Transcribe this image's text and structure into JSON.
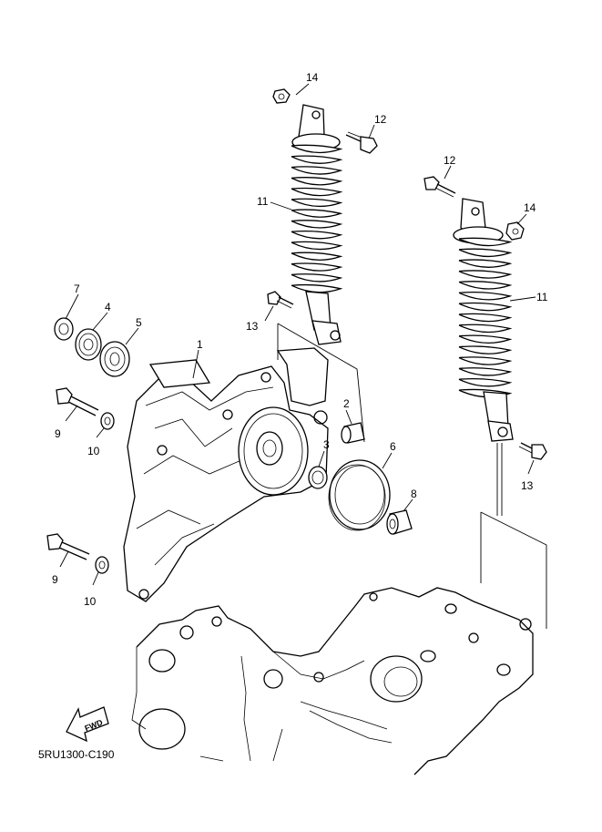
{
  "diagram": {
    "part_code": "5RU1300-C190",
    "fwd_label": "FWD",
    "callouts": [
      {
        "id": "c1",
        "text": "1"
      },
      {
        "id": "c2",
        "text": "2"
      },
      {
        "id": "c3",
        "text": "3"
      },
      {
        "id": "c4",
        "text": "4"
      },
      {
        "id": "c5",
        "text": "5"
      },
      {
        "id": "c6",
        "text": "6"
      },
      {
        "id": "c7",
        "text": "7"
      },
      {
        "id": "c8",
        "text": "8"
      },
      {
        "id": "c9a",
        "text": "9"
      },
      {
        "id": "c9b",
        "text": "9"
      },
      {
        "id": "c10a",
        "text": "10"
      },
      {
        "id": "c10b",
        "text": "10"
      },
      {
        "id": "c11a",
        "text": "11"
      },
      {
        "id": "c11b",
        "text": "11"
      },
      {
        "id": "c12a",
        "text": "12"
      },
      {
        "id": "c12b",
        "text": "12"
      },
      {
        "id": "c13a",
        "text": "13"
      },
      {
        "id": "c13b",
        "text": "13"
      },
      {
        "id": "c14a",
        "text": "14"
      },
      {
        "id": "c14b",
        "text": "14"
      }
    ]
  }
}
